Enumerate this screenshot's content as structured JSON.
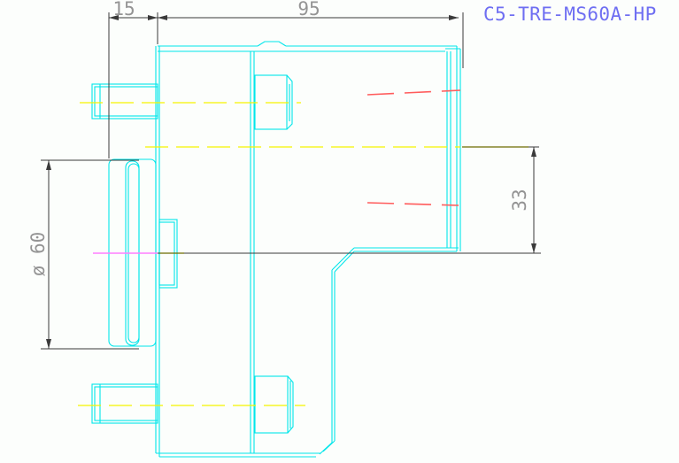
{
  "drawing": {
    "title": "C5-TRE-MS60A-HP",
    "dimensions": {
      "flange_width": "15",
      "body_length": "95",
      "right_height": "33",
      "flange_diameter": "ø 60"
    },
    "colors": {
      "background": "#fcfefc",
      "outline": "#00e6ea",
      "centerline": "#f5f500",
      "hidden": "#ff5c5c",
      "section": "#ff7dff",
      "overlap": "#6b6b00",
      "dim_line": "#3a3a3a",
      "dim_text": "#949494",
      "title_text": "#6e6ef2"
    }
  }
}
